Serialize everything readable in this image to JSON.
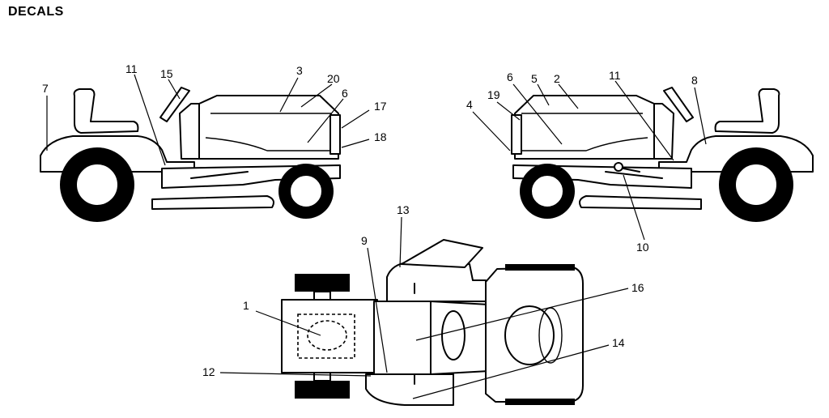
{
  "title": "DECALS",
  "callouts": {
    "c1": "1",
    "c2": "2",
    "c3": "3",
    "c4": "4",
    "c5": "5",
    "c6a": "6",
    "c6b": "6",
    "c7": "7",
    "c8": "8",
    "c9": "9",
    "c10": "10",
    "c11a": "11",
    "c11b": "11",
    "c12": "12",
    "c13": "13",
    "c14": "14",
    "c15": "15",
    "c16": "16",
    "c17": "17",
    "c18": "18",
    "c19": "19",
    "c20": "20"
  }
}
